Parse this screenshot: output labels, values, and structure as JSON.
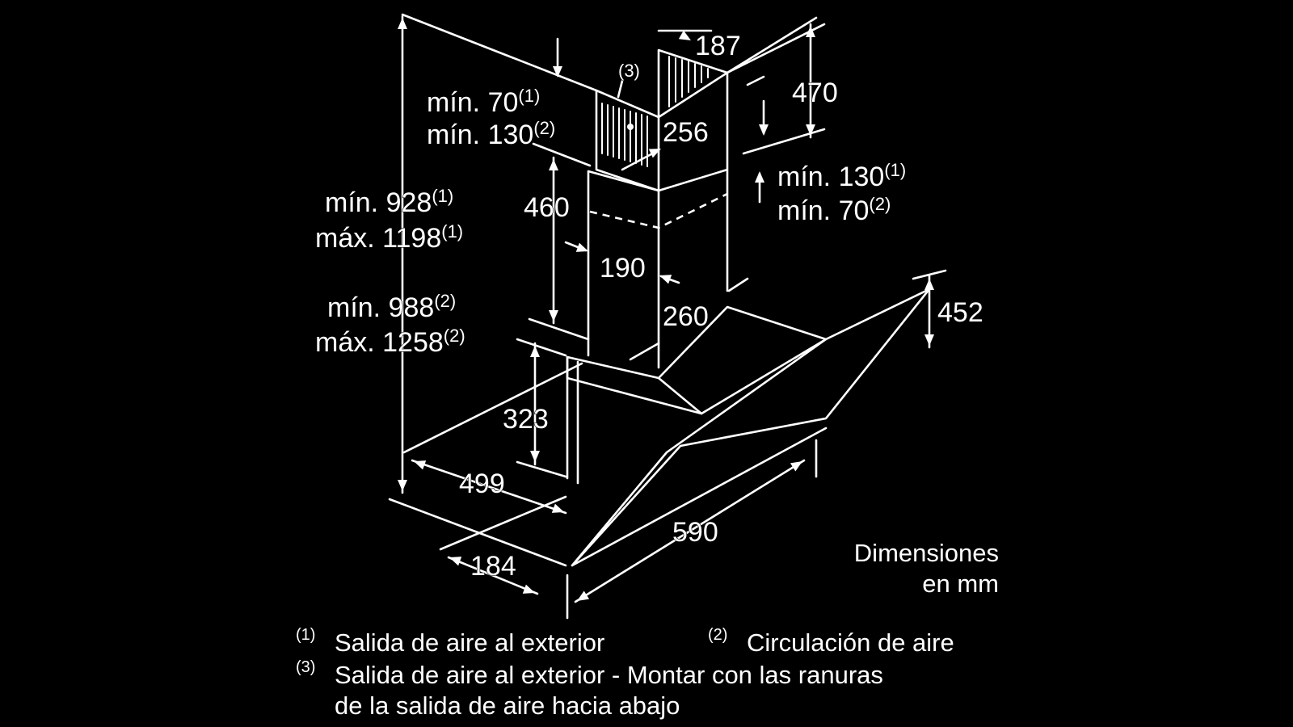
{
  "colors": {
    "background": "#000000",
    "lines": "#ffffff",
    "text": "#ffffff"
  },
  "dimensions": {
    "d187": "187",
    "d470": "470",
    "d256": "256",
    "d460": "460",
    "d190": "190",
    "d260": "260",
    "d452": "452",
    "d323": "323",
    "d499": "499",
    "d590": "590",
    "d184": "184",
    "min70_outlet": {
      "text": "mín. 70",
      "ref": "(1)"
    },
    "min130_recirc": {
      "text": "mín. 130",
      "ref": "(2)"
    },
    "min130_outlet_right": {
      "text": "mín. 130",
      "ref": "(1)"
    },
    "min70_recirc_right": {
      "text": "mín. 70",
      "ref": "(2)"
    },
    "min928": {
      "text": "mín. 928",
      "ref": "(1)"
    },
    "max1198": {
      "text": "máx. 1198",
      "ref": "(1)"
    },
    "min988": {
      "text": "mín. 988",
      "ref": "(2)"
    },
    "max1258": {
      "text": "máx. 1258",
      "ref": "(2)"
    },
    "callout3": "(3)"
  },
  "units_note": {
    "line1": "Dimensiones",
    "line2": "en mm"
  },
  "footnotes": [
    {
      "ref": "(1)",
      "text": "Salida de aire al exterior"
    },
    {
      "ref": "(2)",
      "text": "Circulación de aire"
    },
    {
      "ref": "(3)",
      "text": "Salida de aire al exterior - Montar con las ranuras"
    },
    {
      "ref": "",
      "text": "de la salida de aire hacia abajo"
    }
  ]
}
